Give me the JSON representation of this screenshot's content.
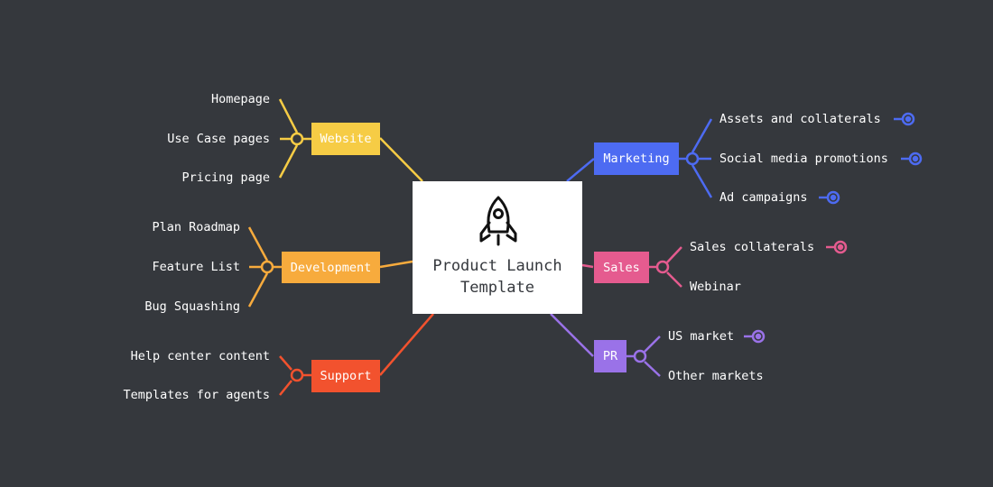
{
  "central": {
    "line1": "Product Launch",
    "line2": "Template",
    "icon": "rocket-icon"
  },
  "colors": {
    "background": "#35383d",
    "website": "#f6cc45",
    "development": "#f7ab3d",
    "support": "#f2522e",
    "marketing": "#4d6bf2",
    "sales": "#e55b8f",
    "pr": "#9a72e8"
  },
  "branches": {
    "website": {
      "label": "Website",
      "items": [
        "Homepage",
        "Use Case pages",
        "Pricing page"
      ]
    },
    "development": {
      "label": "Development",
      "items": [
        "Plan Roadmap",
        "Feature List",
        "Bug Squashing"
      ]
    },
    "support": {
      "label": "Support",
      "items": [
        "Help center content",
        "Templates for agents"
      ]
    },
    "marketing": {
      "label": "Marketing",
      "items": [
        "Assets and collaterals",
        "Social media promotions",
        "Ad campaigns"
      ]
    },
    "sales": {
      "label": "Sales",
      "items": [
        "Sales collaterals",
        "Webinar"
      ]
    },
    "pr": {
      "label": "PR",
      "items": [
        "US market",
        "Other markets"
      ]
    }
  }
}
